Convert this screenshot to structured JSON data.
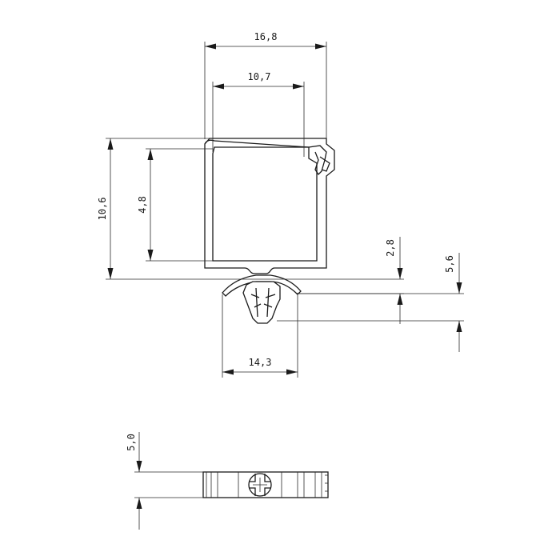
{
  "dimensions": {
    "top_width": "16,8",
    "inner_width": "10,7",
    "total_height": "10,6",
    "inner_height": "4,8",
    "wall_gap": "2,8",
    "clip_height": "5,6",
    "clip_width": "14,3",
    "bottom_thickness": "5,0"
  },
  "colors": {
    "line": "#1a1a1a",
    "background": "#ffffff"
  }
}
